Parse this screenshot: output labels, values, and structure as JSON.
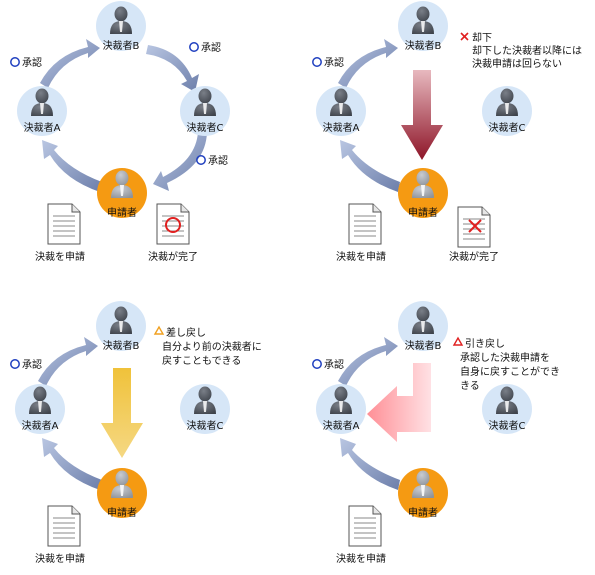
{
  "labels": {
    "approver_b": "決裁者B",
    "approver_a": "決裁者A",
    "approver_c": "決裁者C",
    "applicant": "申請者",
    "apply": "決裁を申請",
    "complete": "決裁が完了",
    "approve": "承認"
  },
  "panel_reject": {
    "title": "却下",
    "desc_line1": "却下した決裁者以降には",
    "desc_line2": "決裁申請は回らない"
  },
  "panel_sendback": {
    "title": "差し戻し",
    "desc_line1": "自分より前の決裁者に",
    "desc_line2": "戻すこともできる"
  },
  "panel_withdraw": {
    "title": "引き戻し",
    "desc_line1": "承認した決裁申請を",
    "desc_line2": "自身に戻すことができ",
    "desc_line3": "きる"
  },
  "colors": {
    "approver_circle": "#d6e6f7",
    "applicant_circle": "#f59a12",
    "flow_arrow": "#7f8fb5",
    "reject_arrow": "#9b2335",
    "sendback_arrow": "#efc13a",
    "withdraw_arrow": "#ff9aa0",
    "approve_mark": "#1f3fbf",
    "reject_mark": "#e02020",
    "triangle_mark": "#f0a020"
  },
  "icons": {
    "person": "person-icon",
    "document": "document-icon",
    "approve_mark": "circle-mark-icon",
    "reject_mark": "cross-mark-icon",
    "warning_mark": "triangle-mark-icon"
  }
}
